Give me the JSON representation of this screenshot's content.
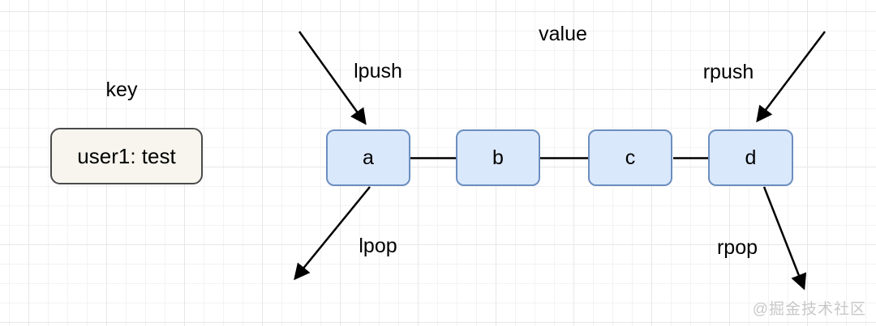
{
  "labels": {
    "key": "key",
    "value": "value",
    "lpush": "lpush",
    "rpush": "rpush",
    "lpop": "lpop",
    "rpop": "rpop"
  },
  "key_box": {
    "text": "user1: test"
  },
  "nodes": [
    {
      "label": "a"
    },
    {
      "label": "b"
    },
    {
      "label": "c"
    },
    {
      "label": "d"
    }
  ],
  "watermark": "@掘金技术社区",
  "colors": {
    "node_fill": "#dae8fc",
    "node_border": "#6c8ebf",
    "key_box_fill": "#f7f5ee",
    "key_box_border": "#4a4a4a",
    "line": "#000000",
    "watermark": "#c8c8c8",
    "grid_minor": "#f3f3f3",
    "grid_major": "#e6e6e6"
  }
}
